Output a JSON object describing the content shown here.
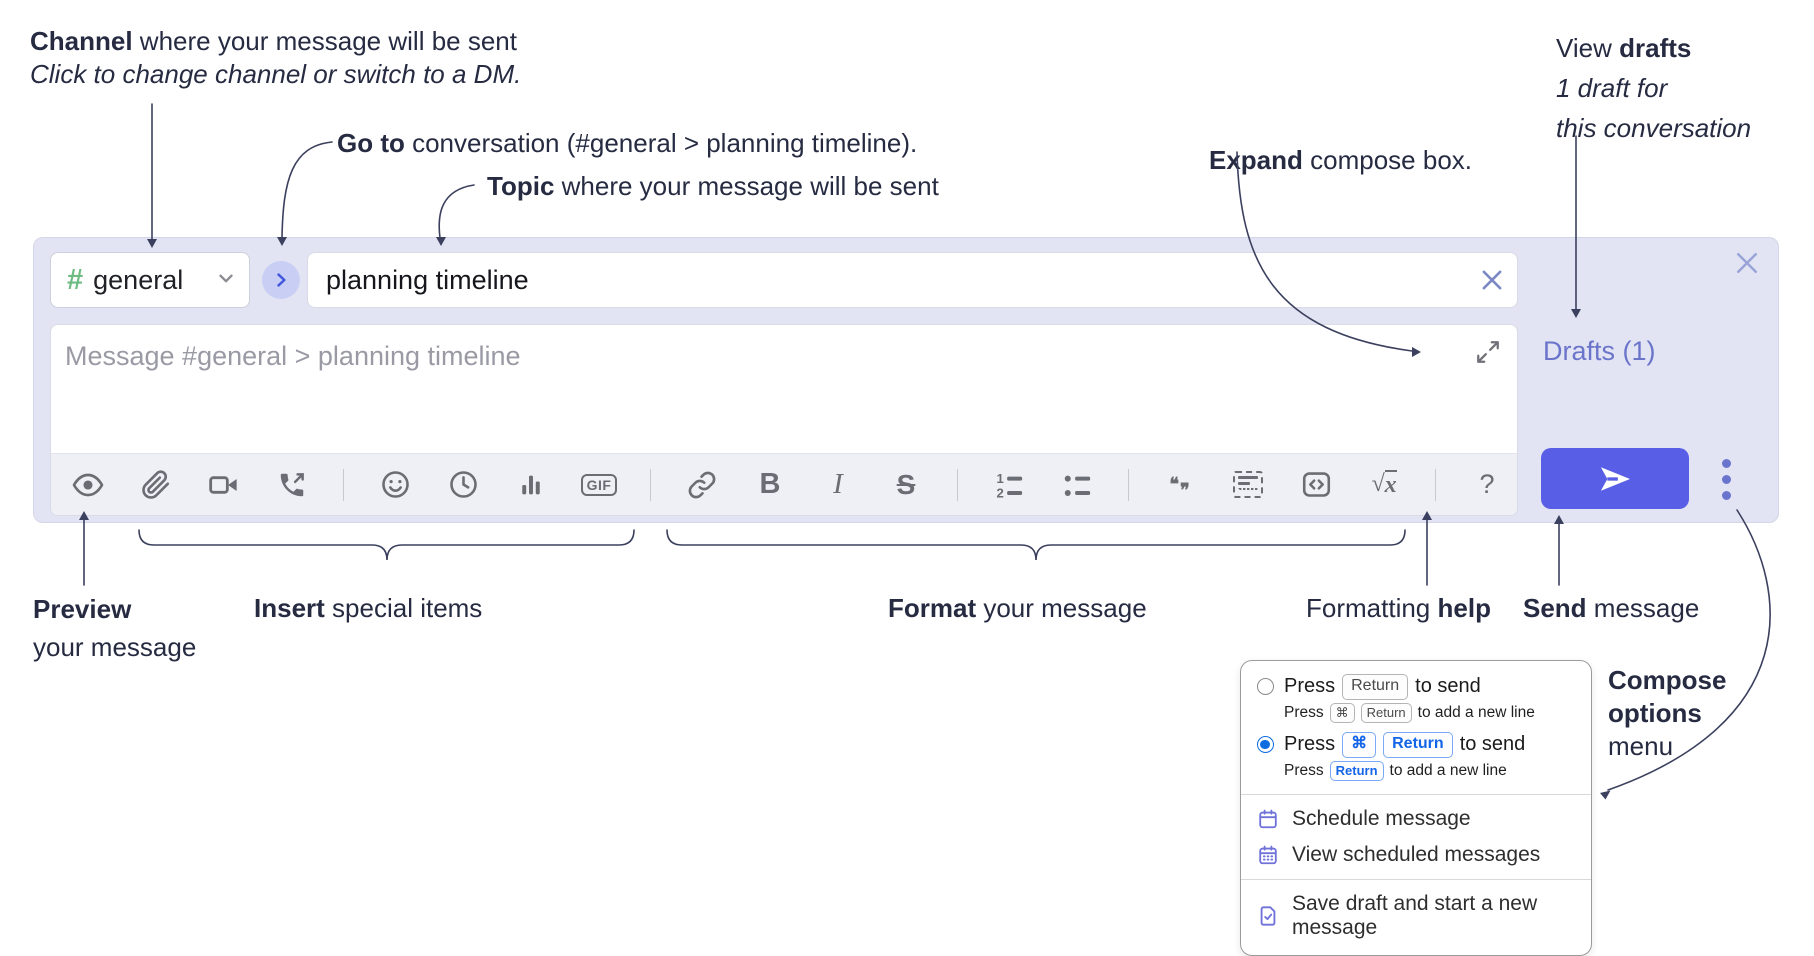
{
  "annotations": {
    "channel": {
      "bold": "Channel",
      "rest": " where your message will be sent",
      "sub": "Click to change channel or switch to a DM."
    },
    "goto": {
      "bold": "Go to",
      "rest": " conversation (#general > planning timeline)."
    },
    "topic": {
      "bold": "Topic",
      "rest": " where your message will be sent"
    },
    "expand": {
      "bold": "Expand",
      "rest": " compose box."
    },
    "view_drafts": {
      "pre": "View ",
      "bold": "drafts",
      "line2": "1 draft for",
      "line3": "this conversation"
    },
    "preview": {
      "bold": "Preview",
      "line2": "your message"
    },
    "insert": {
      "bold": "Insert",
      "rest": " special items"
    },
    "format": {
      "bold": "Format",
      "rest": " your message"
    },
    "help": {
      "pre": "Formatting ",
      "bold": "help"
    },
    "send": {
      "bold": "Send",
      "rest": " message"
    },
    "compose_options": {
      "line1": "Compose",
      "line2": "options",
      "line3": "menu"
    }
  },
  "compose": {
    "channel_hash": "#",
    "channel_name": "general",
    "topic_value": "planning timeline",
    "message_placeholder": "Message #general > planning timeline",
    "drafts_label": "Drafts (1)",
    "toolbar": {
      "gif_label": "GIF",
      "bold_label": "B",
      "italic_label": "I",
      "strike_label": "S",
      "quote_open": "❝",
      "quote_close": "❞",
      "math_sqrt": "√",
      "math_x": "x",
      "help_label": "?",
      "icons": [
        "preview",
        "attach-file",
        "video-call",
        "voice-call",
        "emoji",
        "time",
        "poll",
        "gif",
        "link",
        "bold",
        "italic",
        "strikethrough",
        "numbered-list",
        "bulleted-list",
        "quote",
        "spoiler",
        "code",
        "math",
        "help"
      ]
    }
  },
  "popup": {
    "option1": {
      "pre": "Press",
      "key": "Return",
      "post": "to send",
      "sub_pre": "Press",
      "sub_key1": "⌘",
      "sub_key2": "Return",
      "sub_post": "to add a new line"
    },
    "option2": {
      "pre": "Press",
      "key1": "⌘",
      "key2": "Return",
      "post": "to send",
      "sub_pre": "Press",
      "sub_key": "Return",
      "sub_post": "to add a new line"
    },
    "items": [
      {
        "label": "Schedule message"
      },
      {
        "label": "View scheduled messages"
      },
      {
        "label": "Save draft and start a new message"
      }
    ]
  },
  "colors": {
    "accent": "#585ee5",
    "compose_bg": "#e2e4f3",
    "hash_green": "#6fbc83",
    "link_purple": "#6b74cb",
    "kbd_blue": "#1565e8"
  }
}
